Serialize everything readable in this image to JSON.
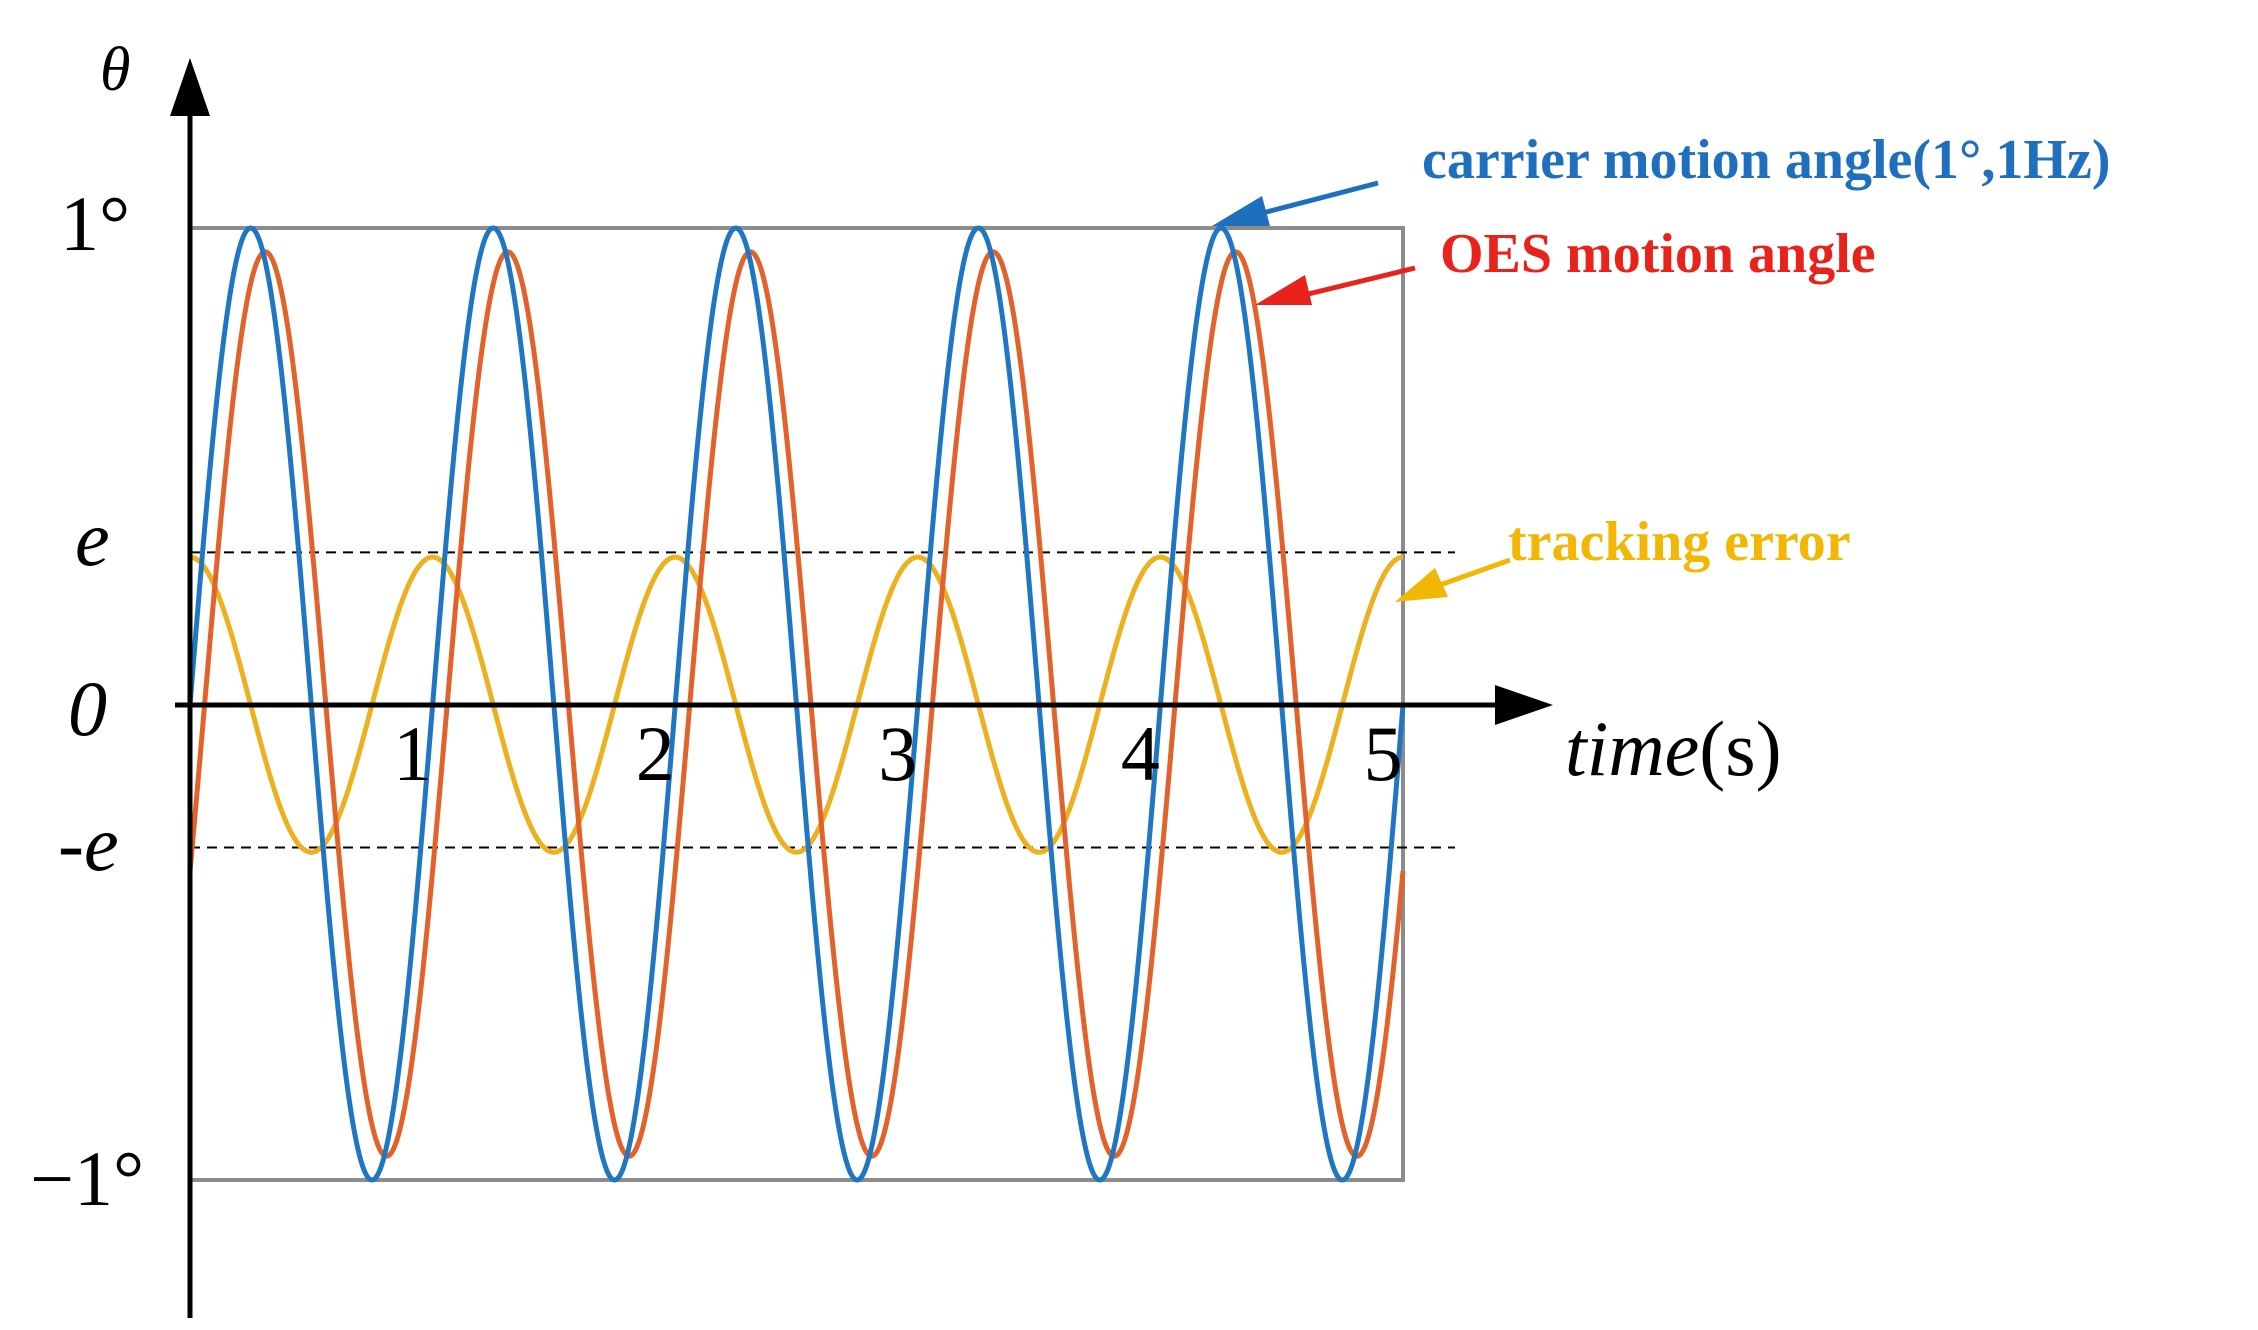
{
  "chart_data": {
    "type": "line",
    "xlabel_italic": "time",
    "xlabel_unit": "(s)",
    "ylabel": "θ",
    "xlim": [
      0,
      5
    ],
    "ylim": [
      -1,
      1
    ],
    "x_ticks": [
      "1",
      "2",
      "3",
      "4",
      "5"
    ],
    "y_ticks": {
      "top": "1°",
      "bottom": "−1°",
      "e": "e",
      "neg_e": "-e",
      "zero": "0"
    },
    "grid": false,
    "reference_lines": [
      {
        "name": "e",
        "y": 0.32,
        "style": "dashed"
      },
      {
        "name": "-e",
        "y": -0.3,
        "style": "dashed"
      }
    ],
    "series": [
      {
        "name": "carrier motion angle(1°,1Hz)",
        "color": "#1F77C4",
        "formula": "sin(2π·t)",
        "amplitude": 1.0,
        "frequency_hz": 1,
        "phase_shift_s": 0.0
      },
      {
        "name": "OES motion angle",
        "color": "#E2622B",
        "formula": "0.95·sin(2π·(t − 0.06))",
        "amplitude": 0.95,
        "frequency_hz": 1,
        "phase_shift_s": 0.06
      },
      {
        "name": "tracking error",
        "color": "#EDB120",
        "formula": "0.31·cos(2π·t)",
        "amplitude": 0.31,
        "frequency_hz": 1,
        "phase_shift_s": 0.0
      }
    ],
    "annotations": [
      {
        "text": "carrier motion angle(1°,1Hz)",
        "color": "#1F6FBF",
        "target_series": "carrier motion angle(1°,1Hz)"
      },
      {
        "text": "OES motion angle",
        "color": "#E8231B",
        "target_series": "OES motion angle"
      },
      {
        "text": "tracking error",
        "color": "#F2B705",
        "target_series": "tracking error"
      }
    ]
  }
}
